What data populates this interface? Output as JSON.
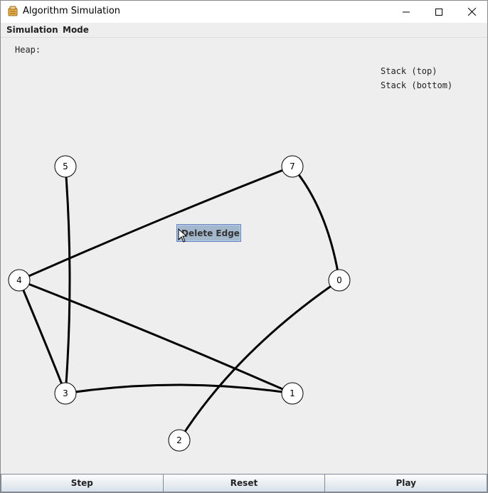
{
  "window": {
    "title": "Algorithm Simulation"
  },
  "menu": {
    "items": [
      "Simulation",
      "Mode"
    ]
  },
  "heap": {
    "label": "Heap:"
  },
  "stack": {
    "top_label": "Stack (top)",
    "bottom_label": "Stack (bottom)"
  },
  "graph": {
    "nodes": [
      {
        "id": "5",
        "label": "5"
      },
      {
        "id": "7",
        "label": "7"
      },
      {
        "id": "4",
        "label": "4"
      },
      {
        "id": "0",
        "label": "0"
      },
      {
        "id": "3",
        "label": "3"
      },
      {
        "id": "1",
        "label": "1"
      },
      {
        "id": "2",
        "label": "2"
      }
    ],
    "edges": [
      [
        "5",
        "3"
      ],
      [
        "7",
        "4"
      ],
      [
        "7",
        "0"
      ],
      [
        "4",
        "3"
      ],
      [
        "4",
        "1"
      ],
      [
        "3",
        "1"
      ],
      [
        "0",
        "2"
      ]
    ]
  },
  "context_menu": {
    "item_label": "Delete Edge"
  },
  "buttons": {
    "step": "Step",
    "reset": "Reset",
    "play": "Play"
  },
  "colors": {
    "node_fill": "#ffffff",
    "edge": "#000000",
    "popup_bg": "#a3b8cc"
  }
}
